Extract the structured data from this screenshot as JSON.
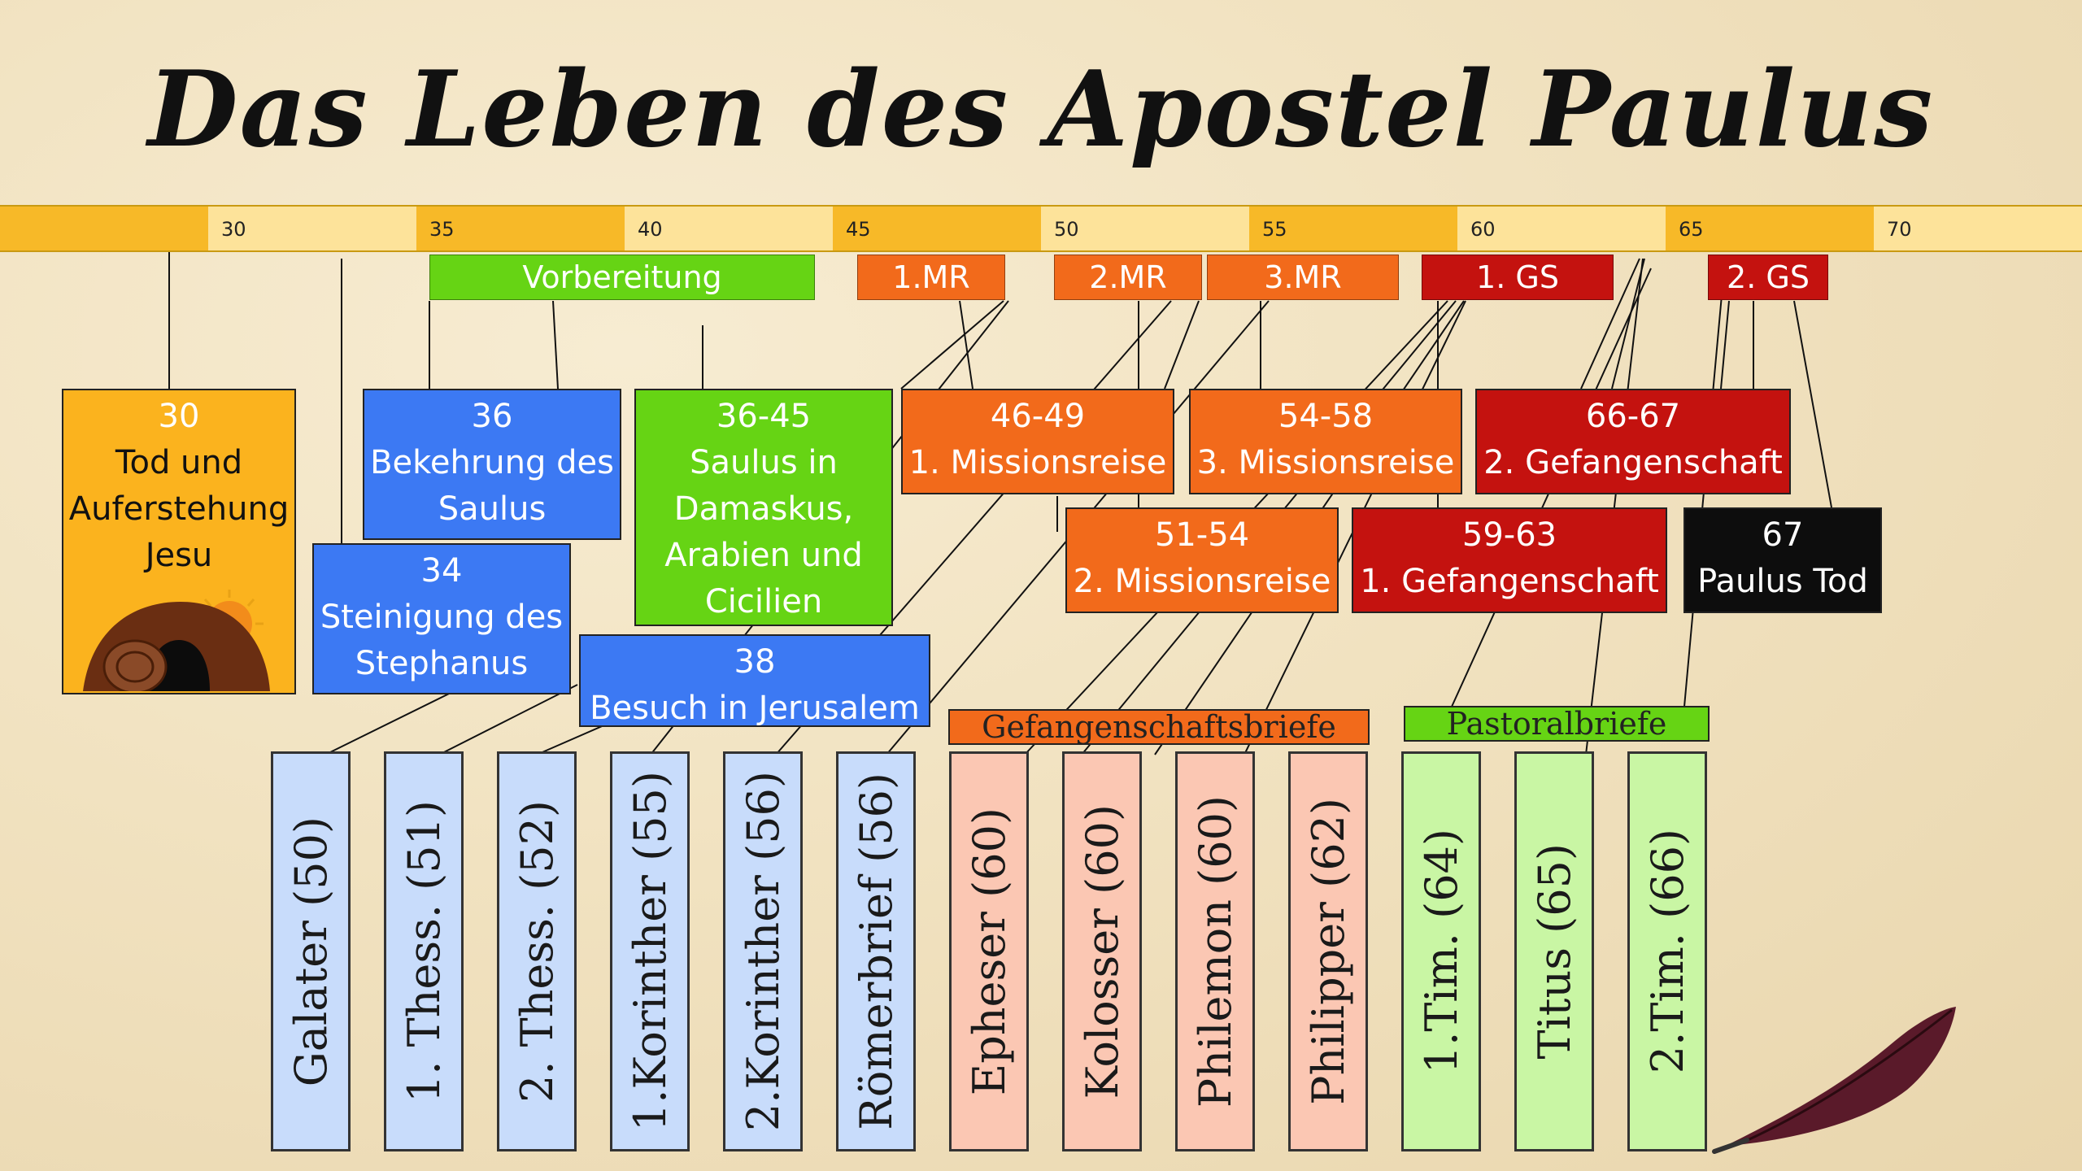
{
  "title": "Das Leben des Apostel Paulus",
  "timeline": {
    "ticks": [
      "",
      "30",
      "35",
      "40",
      "45",
      "50",
      "55",
      "60",
      "65",
      "70"
    ]
  },
  "colors": {
    "prep": "#66d414",
    "mission": "#f26a1b",
    "prison": "#c4120f",
    "death": "#0d0d0d",
    "blue": "#3c79f3",
    "orange_event": "#fbb31e",
    "letter_blue": "#c8dcfb",
    "letter_pink": "#fbc7b3",
    "letter_green": "#c9f6a4",
    "cat_orange": "#f26a1b",
    "cat_green": "#66d414"
  },
  "phases": {
    "vorbereitung": "Vorbereitung",
    "mr1": "1.MR",
    "mr2": "2.MR",
    "mr3": "3.MR",
    "gs1": "1. GS",
    "gs2": "2. GS"
  },
  "events": {
    "e30": {
      "year": "30",
      "line1": "Tod und",
      "line2": "Auferstehung",
      "line3": "Jesu"
    },
    "e36": {
      "year": "36",
      "line1": "Bekehrung des",
      "line2": "Saulus"
    },
    "e34": {
      "year": "34",
      "line1": "Steinigung des",
      "line2": "Stephanus"
    },
    "e3645": {
      "year": "36-45",
      "line1": "Saulus in",
      "line2": "Damaskus,",
      "line3": "Arabien und",
      "line4": "Cicilien"
    },
    "e38": {
      "year": "38",
      "line1": "Besuch in Jerusalem"
    },
    "e4649": {
      "year": "46-49",
      "line1": "1. Missionsreise"
    },
    "e5154": {
      "year": "51-54",
      "line1": "2. Missionsreise"
    },
    "e5458": {
      "year": "54-58",
      "line1": "3. Missionsreise"
    },
    "e5963": {
      "year": "59-63",
      "line1": "1. Gefangenschaft"
    },
    "e6667": {
      "year": "66-67",
      "line1": "2. Gefangenschaft"
    },
    "e67": {
      "year": "67",
      "line1": "Paulus Tod"
    }
  },
  "categories": {
    "gefangenschaft": "Gefangenschaftsbriefe",
    "pastoral": "Pastoralbriefe"
  },
  "letters": [
    "Galater (50)",
    "1. Thess. (51)",
    "2. Thess. (52)",
    "1.Korinther (55)",
    "2.Korinther (56)",
    "Römerbrief (56)",
    "Epheser (60)",
    "Kolosser (60)",
    "Philemon (60)",
    "Philipper (62)",
    "1.Tim. (64)",
    "Titus (65)",
    "2.Tim. (66)"
  ]
}
